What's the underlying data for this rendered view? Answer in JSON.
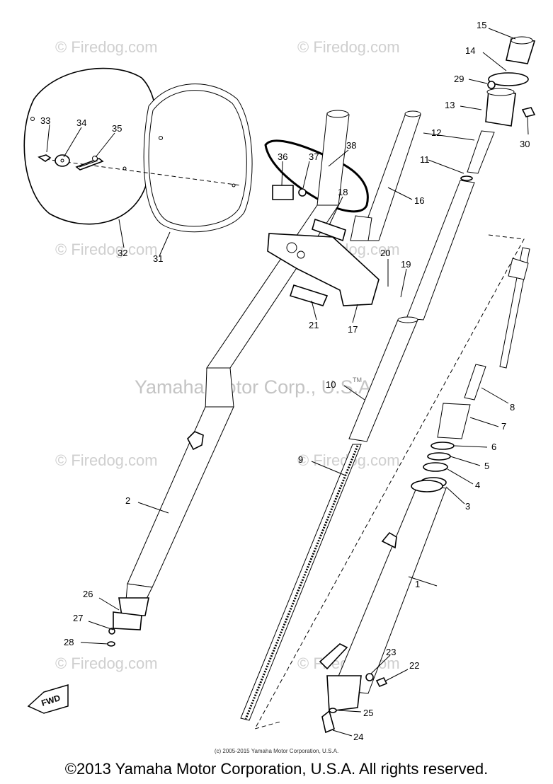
{
  "watermarks": {
    "site": "© Firedog.com",
    "center": "Yamaha Motor Corp., U.S.A.",
    "tm": "TM"
  },
  "callouts": [
    "1",
    "2",
    "3",
    "4",
    "5",
    "6",
    "7",
    "8",
    "9",
    "10",
    "11",
    "12",
    "13",
    "14",
    "15",
    "16",
    "17",
    "18",
    "19",
    "20",
    "21",
    "22",
    "23",
    "24",
    "25",
    "26",
    "27",
    "28",
    "29",
    "30",
    "31",
    "32",
    "33",
    "34",
    "35",
    "36",
    "37",
    "38"
  ],
  "fwd_label": "FWD",
  "small_credit": "(c) 2005-2015 Yamaha Motor Corporation, U.S.A.",
  "footer": "©2013 Yamaha Motor Corporation, U.S.A. All rights reserved."
}
